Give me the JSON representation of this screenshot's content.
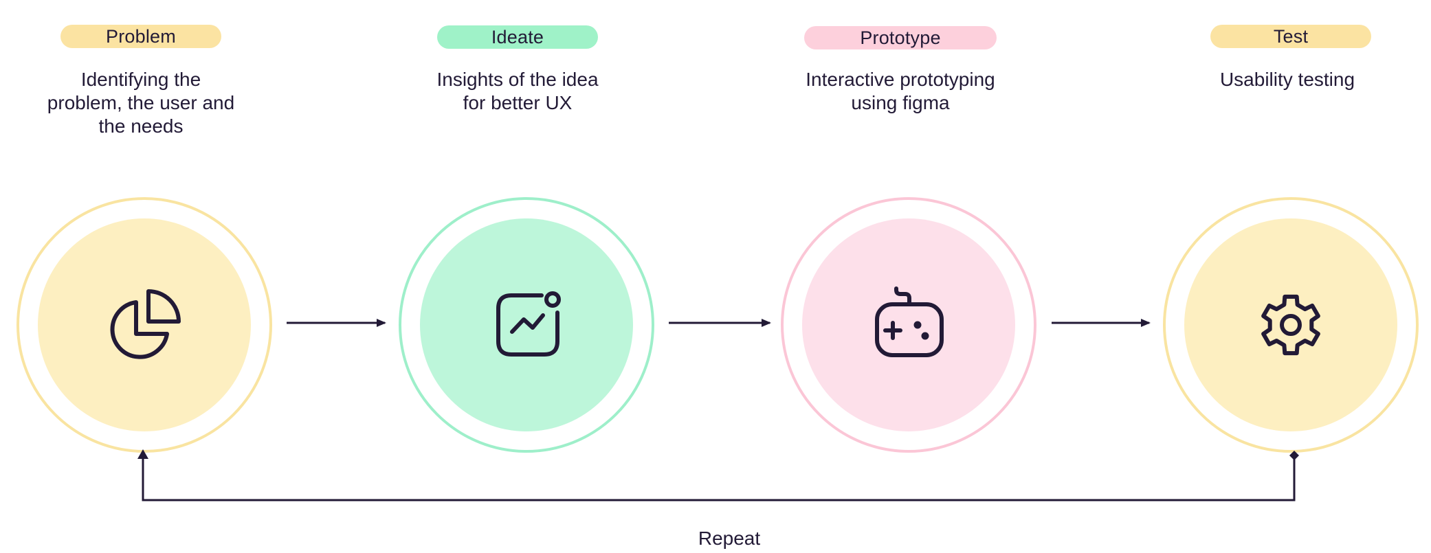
{
  "colors": {
    "yellow_ring": "#f9e4a1",
    "yellow_fill": "#fdefc1",
    "yellow_tag": "#fbe3a2",
    "green_ring": "#9eefca",
    "green_fill": "#bdf6da",
    "green_tag": "#9ff2c8",
    "pink_ring": "#fbc6d6",
    "pink_fill": "#fde0ea",
    "pink_tag": "#fdd0dc",
    "ink": "#221a36"
  },
  "steps": [
    {
      "label": "Problem",
      "desc_lines": [
        "Identifying the",
        "problem, the user and",
        "the needs"
      ],
      "icon": "pie-chart-icon"
    },
    {
      "label": "Ideate",
      "desc_lines": [
        "Insights of the idea",
        "for better UX"
      ],
      "icon": "trend-chart-icon"
    },
    {
      "label": "Prototype",
      "desc_lines": [
        "Interactive prototyping",
        "using figma"
      ],
      "icon": "game-controller-icon"
    },
    {
      "label": "Test",
      "desc_lines": [
        "Usability testing"
      ],
      "icon": "gear-icon"
    }
  ],
  "loop": {
    "label": "Repeat"
  }
}
